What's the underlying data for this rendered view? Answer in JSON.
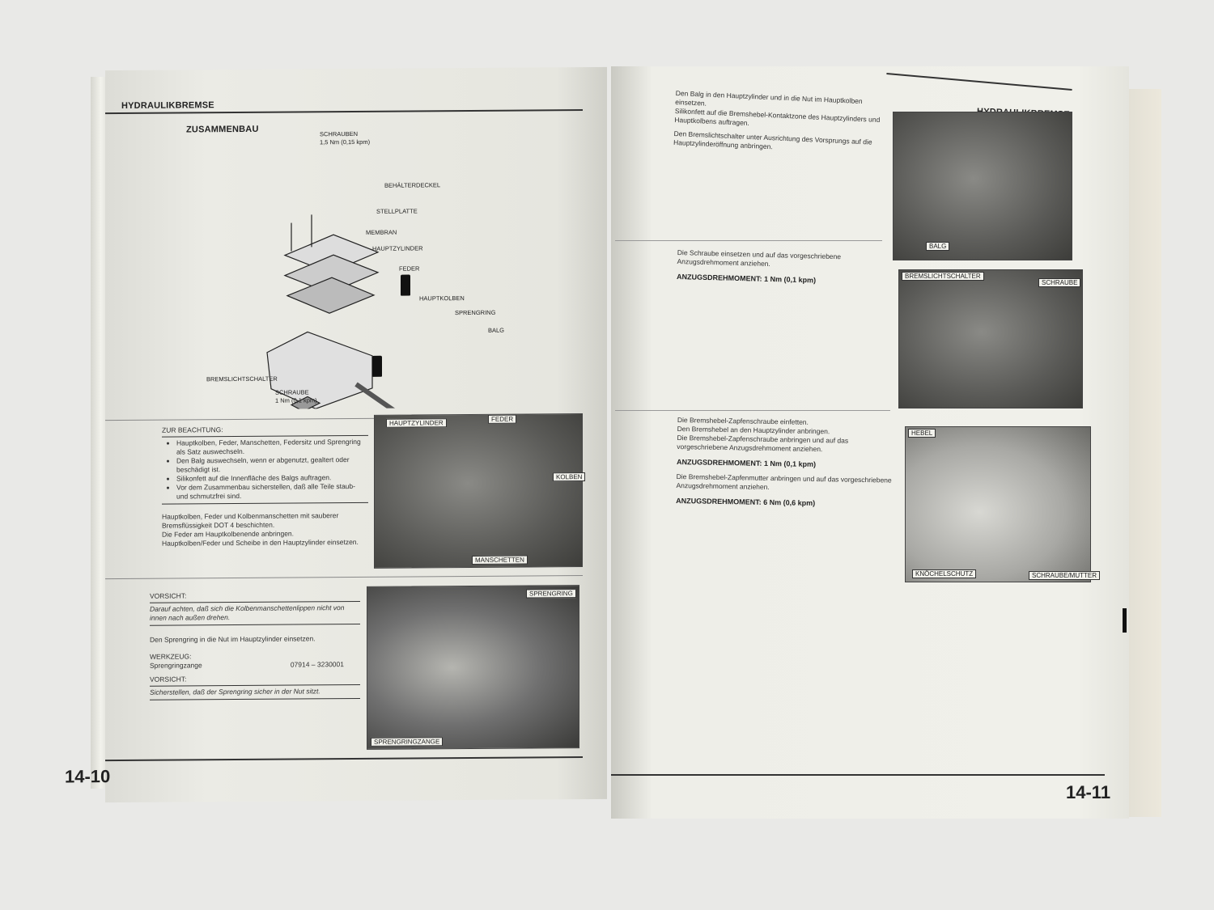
{
  "left_page": {
    "header": "HYDRAULIKBREMSE",
    "section_title": "ZUSAMMENBAU",
    "diagram_labels": {
      "schrauben": "SCHRAUBEN",
      "schrauben_torque": "1,5 Nm (0,15 kpm)",
      "behaelterdeckel": "BEHÄLTERDECKEL",
      "stellplatte": "STELLPLATTE",
      "membran": "MEMBRAN",
      "hauptzylinder": "HAUPTZYLINDER",
      "feder": "FEDER",
      "hauptkolben": "HAUPTKOLBEN",
      "sprengring": "SPRENGRING",
      "balg": "BALG",
      "bremslichtschalter": "BREMSLICHTSCHALTER",
      "schraube": "SCHRAUBE",
      "schraube_torque": "1 Nm (0,1 kpm)"
    },
    "note_title": "ZUR BEACHTUNG:",
    "note_items": [
      "Hauptkolben, Feder, Manschetten, Federsitz und Sprengring als Satz auswechseln.",
      "Den Balg auswechseln, wenn er abgenutzt, gealtert oder beschädigt ist.",
      "Silikonfett auf die Innenfläche des Balgs auftragen.",
      "Vor dem Zusammenbau sicherstellen, daß alle Teile staub- und schmutzfrei sind."
    ],
    "para1": [
      "Hauptkolben, Feder und Kolbenmanschetten mit sauberer Bremsflüssigkeit DOT 4 beschichten.",
      "Die Feder am Hauptkolbenende anbringen.",
      "Hauptkolben/Feder und Scheibe in den Hauptzylinder einsetzen."
    ],
    "photo1_labels": {
      "hauptzylinder": "HAUPTZYLINDER",
      "feder": "FEDER",
      "kolben": "KOLBEN",
      "manschetten": "MANSCHETTEN"
    },
    "caution1_title": "VORSICHT:",
    "caution1_text": "Darauf achten, daß sich die Kolbenmanschettenlippen nicht von innen nach außen drehen.",
    "para2": "Den Sprengring in die Nut im Hauptzylinder einsetzen.",
    "tool_title": "WERKZEUG:",
    "tool_name": "Sprengringzange",
    "tool_number": "07914 – 3230001",
    "caution2_title": "VORSICHT:",
    "caution2_text": "Sicherstellen, daß der Sprengring sicher in der Nut sitzt.",
    "photo2_labels": {
      "sprengring": "SPRENGRING",
      "zange": "SPRENGRINGZANGE"
    },
    "page_number": "14-10"
  },
  "right_page": {
    "header": "HYDRAULIKBREMSE",
    "para1": [
      "Den Balg in den Hauptzylinder und in die Nut im Hauptkolben einsetzen.",
      "Silikonfett auf die Bremshebel-Kontaktzone des Hauptzylinders und Hauptkolbens auftragen."
    ],
    "para2": "Den Bremslichtschalter unter Ausrichtung des Vorsprungs auf die Hauptzylinderöffnung anbringen.",
    "photo1_labels": {
      "balg": "BALG"
    },
    "para3": "Die Schraube einsetzen und auf das vorgeschriebene Anzugsdrehmoment anziehen.",
    "torque1": "ANZUGSDREHMOMENT: 1 Nm (0,1 kpm)",
    "photo2_labels": {
      "bremslichtschalter": "BREMSLICHTSCHALTER",
      "schraube": "SCHRAUBE"
    },
    "para4": [
      "Die Bremshebel-Zapfenschraube einfetten.",
      "Den Bremshebel an den Hauptzylinder anbringen.",
      "Die Bremshebel-Zapfenschraube anbringen und auf das vorgeschriebene Anzugsdrehmoment anziehen."
    ],
    "torque2": "ANZUGSDREHMOMENT: 1 Nm (0,1 kpm)",
    "para5": "Die Bremshebel-Zapfenmutter anbringen und auf das vorgeschriebene Anzugsdrehmoment anziehen.",
    "torque3": "ANZUGSDREHMOMENT: 6 Nm (0,6 kpm)",
    "photo3_labels": {
      "hebel": "HEBEL",
      "knoechelschutz": "KNÖCHELSCHUTZ",
      "schraube_mutter": "SCHRAUBE/MUTTER"
    },
    "page_number": "14-11"
  }
}
